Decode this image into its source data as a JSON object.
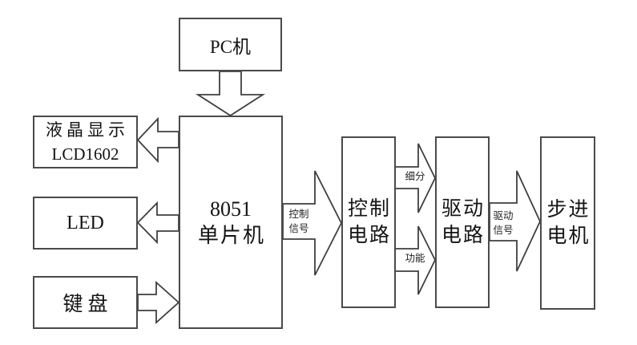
{
  "diagram": {
    "type": "block-diagram",
    "subject": "8051 microcontroller stepper motor control system",
    "blocks": {
      "pc": {
        "lines": [
          "PC机"
        ]
      },
      "lcd": {
        "lines": [
          "液晶显示",
          "LCD1602"
        ]
      },
      "led": {
        "lines": [
          "LED"
        ]
      },
      "keyboard": {
        "lines": [
          "键盘"
        ]
      },
      "mcu": {
        "lines": [
          "8051",
          "单片机"
        ]
      },
      "control_circuit": {
        "lines": [
          "控制",
          "电路"
        ]
      },
      "drive_circuit": {
        "lines": [
          "驱动",
          "电路"
        ]
      },
      "stepper_motor": {
        "lines": [
          "步进",
          "电机"
        ]
      }
    },
    "arrow_labels": {
      "control_signal": {
        "lines": [
          "控制",
          "信号"
        ]
      },
      "subdivision": {
        "lines": [
          "细分"
        ]
      },
      "function": {
        "lines": [
          "功能"
        ]
      },
      "drive_signal": {
        "lines": [
          "驱动",
          "信号"
        ]
      }
    },
    "connections": [
      {
        "from": "pc",
        "to": "mcu",
        "direction": "down",
        "label": ""
      },
      {
        "from": "mcu",
        "to": "lcd",
        "direction": "left",
        "label": ""
      },
      {
        "from": "mcu",
        "to": "led",
        "direction": "left",
        "label": ""
      },
      {
        "from": "keyboard",
        "to": "mcu",
        "direction": "right",
        "label": ""
      },
      {
        "from": "mcu",
        "to": "control_circuit",
        "direction": "right",
        "label": "控制信号"
      },
      {
        "from": "control_circuit",
        "to": "drive_circuit",
        "direction": "right",
        "label": "细分"
      },
      {
        "from": "control_circuit",
        "to": "drive_circuit",
        "direction": "right",
        "label": "功能"
      },
      {
        "from": "drive_circuit",
        "to": "stepper_motor",
        "direction": "right",
        "label": "驱动信号"
      }
    ],
    "colors": {
      "background": "#ffffff",
      "line": "#3f3f3f",
      "text": "#141414"
    }
  }
}
